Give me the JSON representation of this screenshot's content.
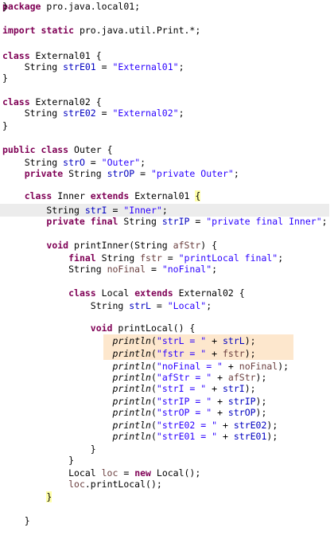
{
  "editor": {
    "colors": {
      "keyword": "#7f0055",
      "string": "#2a00ff",
      "field": "#0000c0",
      "local_variable": "#6a3e3e",
      "current_line_highlight": "#ececec",
      "occurrence_highlight": "#fde7cd",
      "bracket_match_highlight": "#ffffa8"
    },
    "highlights": {
      "current_line": 16,
      "occurrence_lines": [
        27,
        28
      ],
      "bracket_match_lines": [
        15,
        40
      ]
    },
    "lines": [
      [
        [
          "k",
          "package"
        ],
        [
          "p",
          " pro.java.local01;"
        ]
      ],
      [],
      [
        [
          "k",
          "import"
        ],
        [
          "p",
          " "
        ],
        [
          "k",
          "static"
        ],
        [
          "p",
          " pro.java.util.Print.*;"
        ]
      ],
      [],
      [
        [
          "k",
          "class"
        ],
        [
          "p",
          " External01 {"
        ]
      ],
      [
        [
          "p",
          "    String "
        ],
        [
          "f",
          "strE01"
        ],
        [
          "p",
          " = "
        ],
        [
          "s",
          "\"External01\""
        ],
        [
          "p",
          ";"
        ]
      ],
      [
        [
          "p",
          "}"
        ]
      ],
      [],
      [
        [
          "k",
          "class"
        ],
        [
          "p",
          " External02 {"
        ]
      ],
      [
        [
          "p",
          "    String "
        ],
        [
          "f",
          "strE02"
        ],
        [
          "p",
          " = "
        ],
        [
          "s",
          "\"External02\""
        ],
        [
          "p",
          ";"
        ]
      ],
      [
        [
          "p",
          "}"
        ]
      ],
      [],
      [
        [
          "k",
          "public"
        ],
        [
          "p",
          " "
        ],
        [
          "k",
          "class"
        ],
        [
          "p",
          " Outer {"
        ]
      ],
      [
        [
          "p",
          "    String "
        ],
        [
          "f",
          "strO"
        ],
        [
          "p",
          " = "
        ],
        [
          "s",
          "\"Outer\""
        ],
        [
          "p",
          ";"
        ]
      ],
      [
        [
          "p",
          "    "
        ],
        [
          "k",
          "private"
        ],
        [
          "p",
          " String "
        ],
        [
          "f",
          "strOP"
        ],
        [
          "p",
          " = "
        ],
        [
          "s",
          "\"private Outer\""
        ],
        [
          "p",
          ";"
        ]
      ],
      [
        [
          "p",
          "    "
        ],
        [
          "k",
          "class"
        ],
        [
          "p",
          " Inner "
        ],
        [
          "k",
          "extends"
        ],
        [
          "p",
          " External01 {"
        ]
      ],
      [
        [
          "p",
          "        String "
        ],
        [
          "f",
          "strI"
        ],
        [
          "p",
          " = "
        ],
        [
          "s",
          "\"Inner\""
        ],
        [
          "p",
          ";"
        ]
      ],
      [
        [
          "p",
          "        "
        ],
        [
          "k",
          "private"
        ],
        [
          "p",
          " "
        ],
        [
          "k",
          "final"
        ],
        [
          "p",
          " String "
        ],
        [
          "f",
          "strIP"
        ],
        [
          "p",
          " = "
        ],
        [
          "s",
          "\"private final Inner\""
        ],
        [
          "p",
          ";"
        ]
      ],
      [],
      [
        [
          "p",
          "        "
        ],
        [
          "k",
          "void"
        ],
        [
          "p",
          " printInner(String "
        ],
        [
          "v",
          "afStr"
        ],
        [
          "p",
          ") {"
        ]
      ],
      [
        [
          "p",
          "            "
        ],
        [
          "k",
          "final"
        ],
        [
          "p",
          " String "
        ],
        [
          "v",
          "fstr"
        ],
        [
          "p",
          " = "
        ],
        [
          "s",
          "\"printLocal final\""
        ],
        [
          "p",
          ";"
        ]
      ],
      [
        [
          "p",
          "            String "
        ],
        [
          "v",
          "noFinal"
        ],
        [
          "p",
          " = "
        ],
        [
          "s",
          "\"noFinal\""
        ],
        [
          "p",
          ";"
        ]
      ],
      [],
      [
        [
          "p",
          "            "
        ],
        [
          "k",
          "class"
        ],
        [
          "p",
          " Local "
        ],
        [
          "k",
          "extends"
        ],
        [
          "p",
          " External02 {"
        ]
      ],
      [
        [
          "p",
          "                String "
        ],
        [
          "f",
          "strL"
        ],
        [
          "p",
          " = "
        ],
        [
          "s",
          "\"Local\""
        ],
        [
          "p",
          ";"
        ]
      ],
      [],
      [
        [
          "p",
          "                "
        ],
        [
          "k",
          "void"
        ],
        [
          "p",
          " printLocal() {"
        ]
      ],
      [
        [
          "p",
          "                    "
        ],
        [
          "m",
          "println"
        ],
        [
          "p",
          "("
        ],
        [
          "s",
          "\"strL = \""
        ],
        [
          "p",
          " + "
        ],
        [
          "f",
          "strL"
        ],
        [
          "p",
          ");"
        ]
      ],
      [
        [
          "p",
          "                    "
        ],
        [
          "m",
          "println"
        ],
        [
          "p",
          "("
        ],
        [
          "s",
          "\"fstr = \""
        ],
        [
          "p",
          " + "
        ],
        [
          "v",
          "fstr"
        ],
        [
          "p",
          ");"
        ]
      ],
      [
        [
          "p",
          "                    "
        ],
        [
          "m",
          "println"
        ],
        [
          "p",
          "("
        ],
        [
          "s",
          "\"noFinal = \""
        ],
        [
          "p",
          " + "
        ],
        [
          "v",
          "noFinal"
        ],
        [
          "p",
          ");"
        ]
      ],
      [
        [
          "p",
          "                    "
        ],
        [
          "m",
          "println"
        ],
        [
          "p",
          "("
        ],
        [
          "s",
          "\"afStr = \""
        ],
        [
          "p",
          " + "
        ],
        [
          "v",
          "afStr"
        ],
        [
          "p",
          ");"
        ]
      ],
      [
        [
          "p",
          "                    "
        ],
        [
          "m",
          "println"
        ],
        [
          "p",
          "("
        ],
        [
          "s",
          "\"strI = \""
        ],
        [
          "p",
          " + "
        ],
        [
          "f",
          "strI"
        ],
        [
          "p",
          ");"
        ]
      ],
      [
        [
          "p",
          "                    "
        ],
        [
          "m",
          "println"
        ],
        [
          "p",
          "("
        ],
        [
          "s",
          "\"strIP = \""
        ],
        [
          "p",
          " + "
        ],
        [
          "f",
          "strIP"
        ],
        [
          "p",
          ");"
        ]
      ],
      [
        [
          "p",
          "                    "
        ],
        [
          "m",
          "println"
        ],
        [
          "p",
          "("
        ],
        [
          "s",
          "\"strOP = \""
        ],
        [
          "p",
          " + "
        ],
        [
          "f",
          "strOP"
        ],
        [
          "p",
          ");"
        ]
      ],
      [
        [
          "p",
          "                    "
        ],
        [
          "m",
          "println"
        ],
        [
          "p",
          "("
        ],
        [
          "s",
          "\"strE02 = \""
        ],
        [
          "p",
          " + "
        ],
        [
          "f",
          "strE02"
        ],
        [
          "p",
          ");"
        ]
      ],
      [
        [
          "p",
          "                    "
        ],
        [
          "m",
          "println"
        ],
        [
          "p",
          "("
        ],
        [
          "s",
          "\"strE01 = \""
        ],
        [
          "p",
          " + "
        ],
        [
          "f",
          "strE01"
        ],
        [
          "p",
          ");"
        ]
      ],
      [
        [
          "p",
          "                }"
        ]
      ],
      [
        [
          "p",
          "            }"
        ]
      ],
      [
        [
          "p",
          "            Local "
        ],
        [
          "v",
          "loc"
        ],
        [
          "p",
          " = "
        ],
        [
          "k",
          "new"
        ],
        [
          "p",
          " Local();"
        ]
      ],
      [
        [
          "p",
          "            "
        ],
        [
          "v",
          "loc"
        ],
        [
          "p",
          ".printLocal();"
        ]
      ],
      [
        [
          "p",
          "        }"
        ]
      ],
      [],
      [
        [
          "p",
          "    }"
        ]
      ],
      [],
      [
        [
          "p",
          "}"
        ]
      ]
    ]
  }
}
